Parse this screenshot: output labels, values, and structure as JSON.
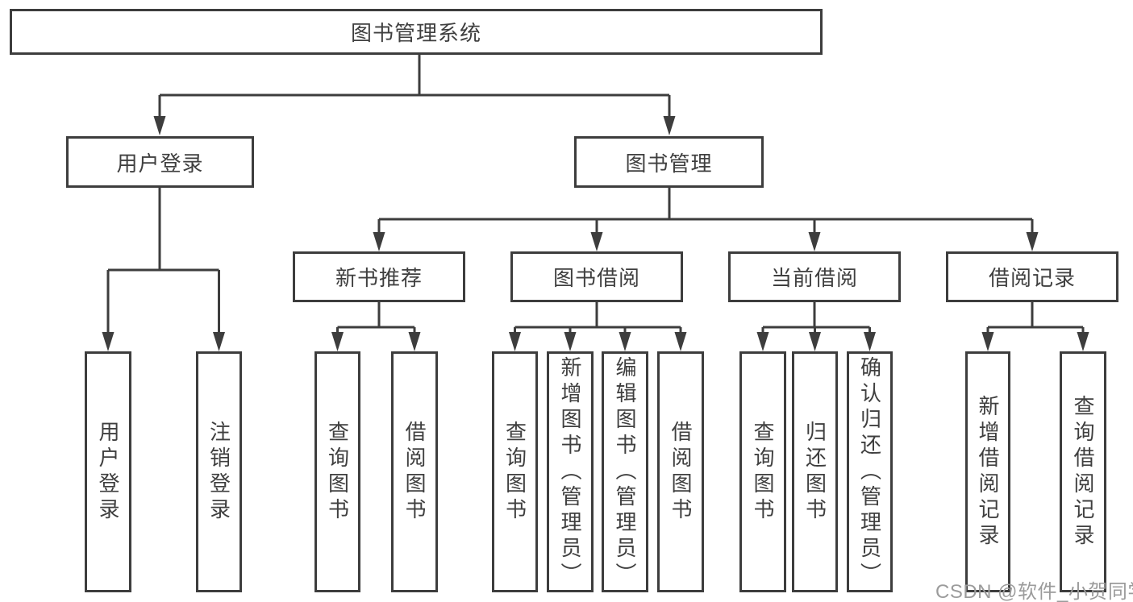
{
  "diagram": {
    "watermark": "CSDN @软件_小贺同学",
    "colors": {
      "line": "#3d3d3d",
      "border": "#3d3d3d",
      "text": "#3f3f3f",
      "watermark": "#9b9b9b",
      "background": "#ffffff"
    },
    "root": {
      "label": "图书管理系统"
    },
    "level2": [
      {
        "label": "用户登录"
      },
      {
        "label": "图书管理"
      }
    ],
    "level3": [
      {
        "label": "新书推荐",
        "parent": "图书管理"
      },
      {
        "label": "图书借阅",
        "parent": "图书管理"
      },
      {
        "label": "当前借阅",
        "parent": "图书管理"
      },
      {
        "label": "借阅记录",
        "parent": "图书管理"
      }
    ],
    "leaves": [
      {
        "label": "用户登录",
        "parent": "用户登录"
      },
      {
        "label": "注销登录",
        "parent": "用户登录"
      },
      {
        "label": "查询图书",
        "parent": "新书推荐"
      },
      {
        "label": "借阅图书",
        "parent": "新书推荐"
      },
      {
        "label": "查询图书",
        "parent": "图书借阅"
      },
      {
        "label": "新增图书（管理员）",
        "parent": "图书借阅"
      },
      {
        "label": "编辑图书（管理员）",
        "parent": "图书借阅"
      },
      {
        "label": "借阅图书",
        "parent": "图书借阅"
      },
      {
        "label": "查询图书",
        "parent": "当前借阅"
      },
      {
        "label": "归还图书",
        "parent": "当前借阅"
      },
      {
        "label": "确认归还（管理员）",
        "parent": "当前借阅"
      },
      {
        "label": "新增借阅记录",
        "parent": "借阅记录"
      },
      {
        "label": "查询借阅记录",
        "parent": "借阅记录"
      }
    ]
  }
}
